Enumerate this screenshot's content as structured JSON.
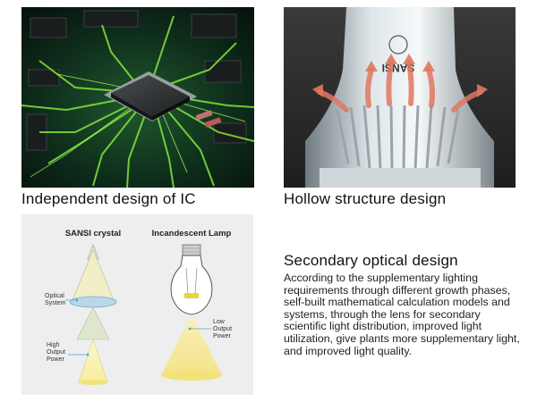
{
  "colors": {
    "board_bg": "#0b1f16",
    "trace_green": "#7cdc3a",
    "chip_body": "#2b2e2f",
    "bulb_bg": "#2a2a2a",
    "heat_arrow": "#e07860",
    "cone_fill": "#f5e98a",
    "lens_blue": "#b8d8e8"
  },
  "panels": {
    "ic": {
      "caption": "Independent design of IC",
      "icon": "ic-chip-photo"
    },
    "hollow": {
      "caption": "Hollow structure design",
      "icon": "bulb-heatsink-photo",
      "brand_mark": "SANSI"
    },
    "optics": {
      "icon": "optics-comparison-diagram",
      "left_title": "SANSI crystal",
      "right_title": "Incandescent Lamp",
      "label_optical_line1": "Optical",
      "label_optical_line2": "System",
      "label_high_line1": "High",
      "label_high_line2": "Output",
      "label_high_line3": "Power",
      "label_low_line1": "Low",
      "label_low_line2": "Output",
      "label_low_line3": "Power"
    },
    "secondary": {
      "title": "Secondary optical design",
      "body": "According to the supplementary lighting requirements through different growth phases, self-built mathematical calculation models and systems, through the lens for secondary scientific light distribution, improved light utilization, give plants more supplementary light, and improved light quality."
    }
  }
}
